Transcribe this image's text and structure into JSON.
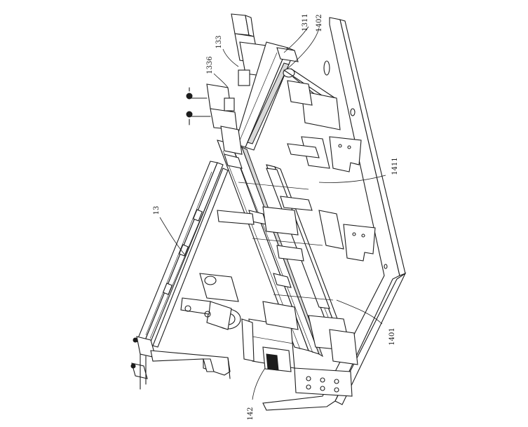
{
  "labels": {
    "l1311": "1311",
    "l1402": "1402",
    "l133": "133",
    "l1336": "1336",
    "l13": "13",
    "l1411": "1411",
    "l1401": "1401",
    "l142": "142"
  }
}
